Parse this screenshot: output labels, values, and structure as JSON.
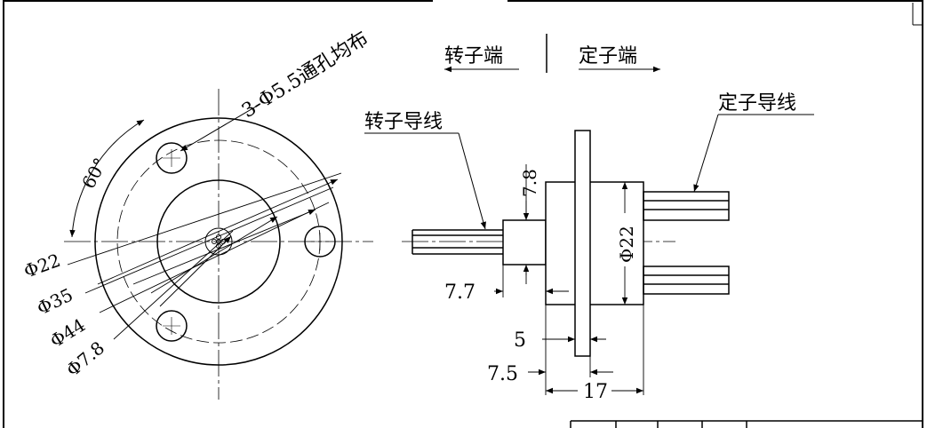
{
  "labels": {
    "rotor_end": "转子端",
    "stator_end": "定子端",
    "rotor_wire": "转子导线",
    "stator_wire": "定子导线",
    "hole_spec": "3-Φ5.5通孔均布",
    "angle": "60°"
  },
  "front_view": {
    "dims": [
      "Φ22",
      "Φ35",
      "Φ44",
      "Φ7.8"
    ]
  },
  "side_view": {
    "dims": {
      "shaft_dia": "7.8",
      "shaft_len": "7.7",
      "body_dia": "Φ22",
      "flange_thk": "5",
      "flange_pos": "7.5",
      "body_len": "17"
    }
  }
}
